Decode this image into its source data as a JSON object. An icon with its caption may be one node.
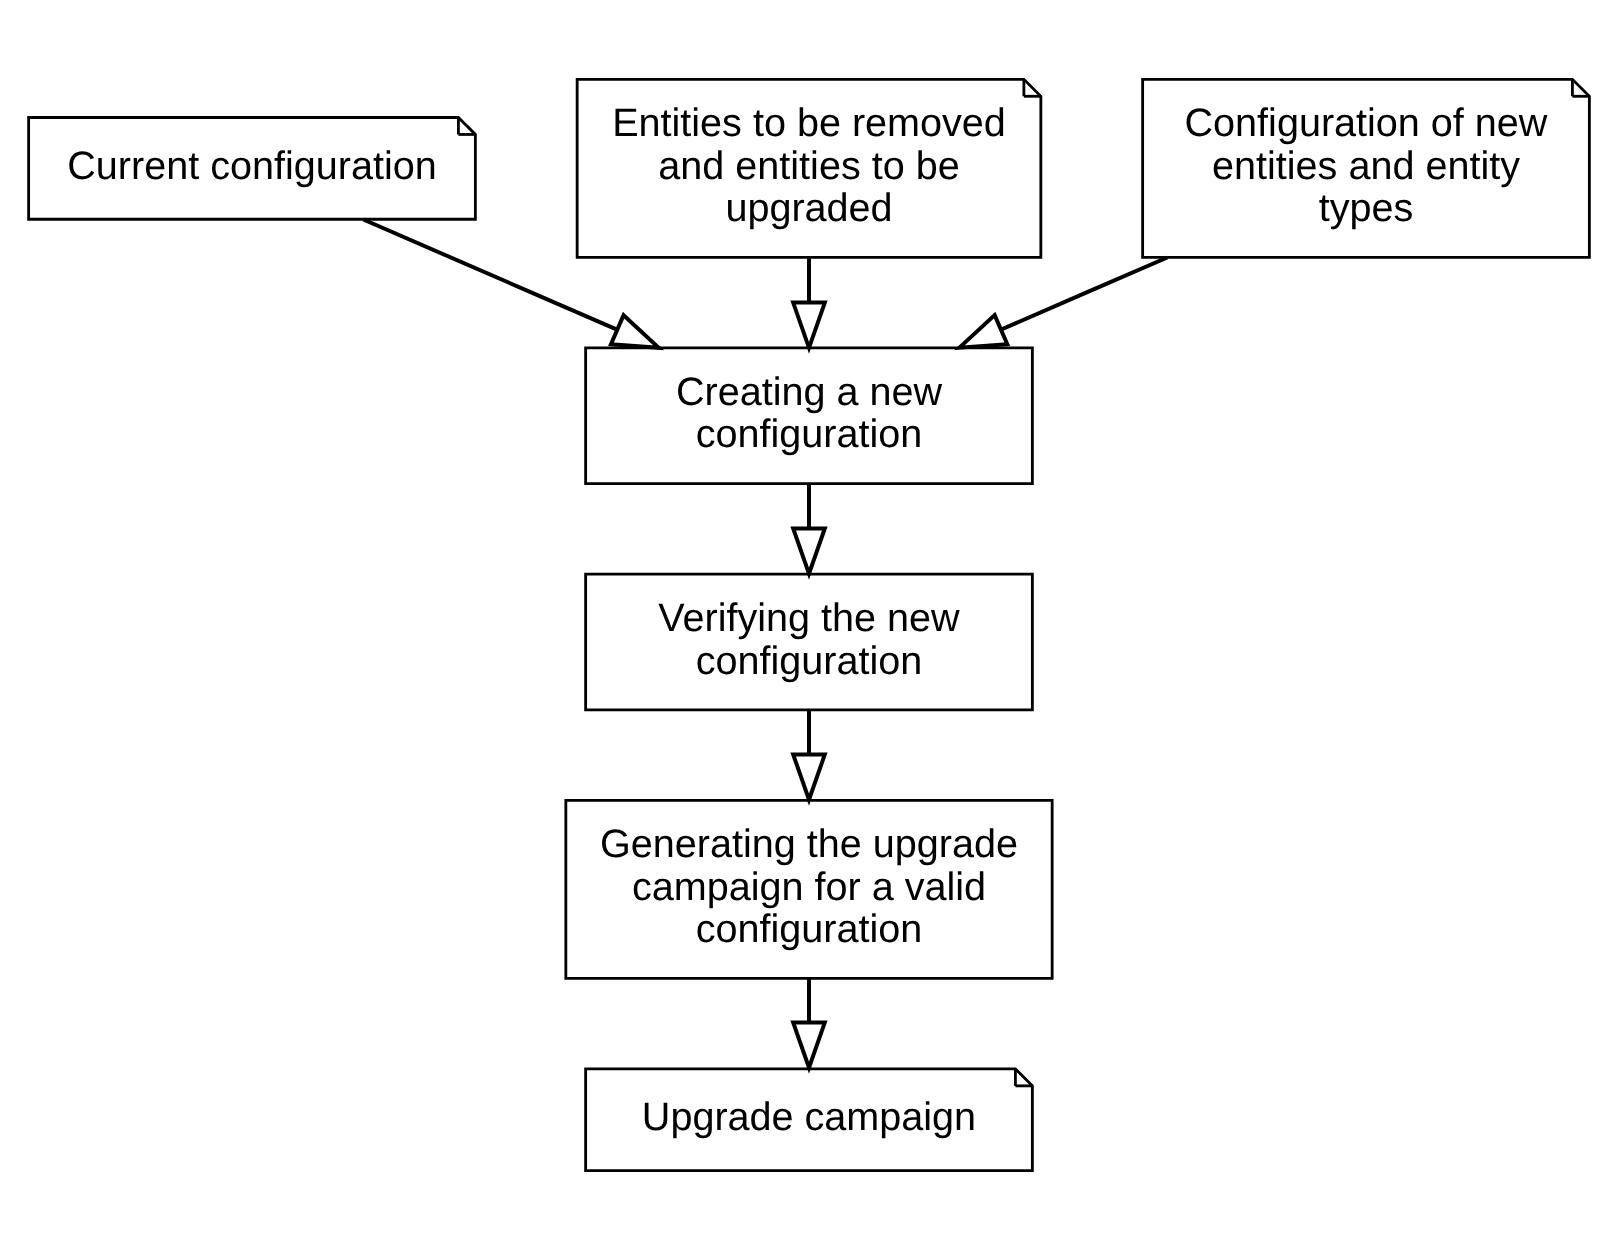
{
  "diagram": {
    "nodes": [
      {
        "text": [
          "Current configuration"
        ]
      },
      {
        "text": [
          "Entities to be removed and entities to be upgraded"
        ]
      },
      {
        "text": [
          "Configuration of new entities and entity types"
        ]
      },
      {
        "text": [
          "Creating a new configuration"
        ]
      },
      {
        "text": [
          "Verifying the new configuration"
        ]
      },
      {
        "text": [
          "Generating the upgrade campaign for a valid configuration"
        ]
      },
      {
        "text": [
          "Upgrade campaign"
        ]
      }
    ],
    "edges": [
      {
        "from": 0,
        "to": 3,
        "arrow": "to"
      },
      {
        "from": 1,
        "to": 3,
        "arrow": "to"
      },
      {
        "from": 2,
        "to": 3,
        "arrow": "to"
      },
      {
        "from": 3,
        "to": 4,
        "arrow": "to"
      },
      {
        "from": 4,
        "to": 5,
        "arrow": "to"
      },
      {
        "from": 5,
        "to": 6,
        "arrow": "to"
      }
    ]
  }
}
